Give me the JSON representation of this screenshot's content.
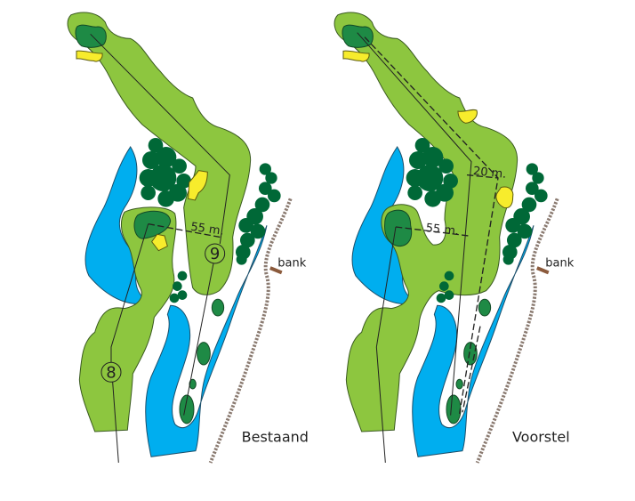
{
  "panels": [
    {
      "caption": "Bestaand",
      "distance_label": "55 m.",
      "hole_numbers": [
        "9",
        "8"
      ],
      "bench_label": "bank"
    },
    {
      "caption": "Voorstel",
      "distance_label": "55 m.",
      "extra_distance_label": "20 m.",
      "bench_label": "bank"
    }
  ],
  "colors": {
    "fairway": "#8dc63f",
    "water": "#00aeef",
    "trees": "#006837",
    "green": "#1e8a45",
    "bunker": "#f7ec2c",
    "bench": "#8b5a3c"
  }
}
